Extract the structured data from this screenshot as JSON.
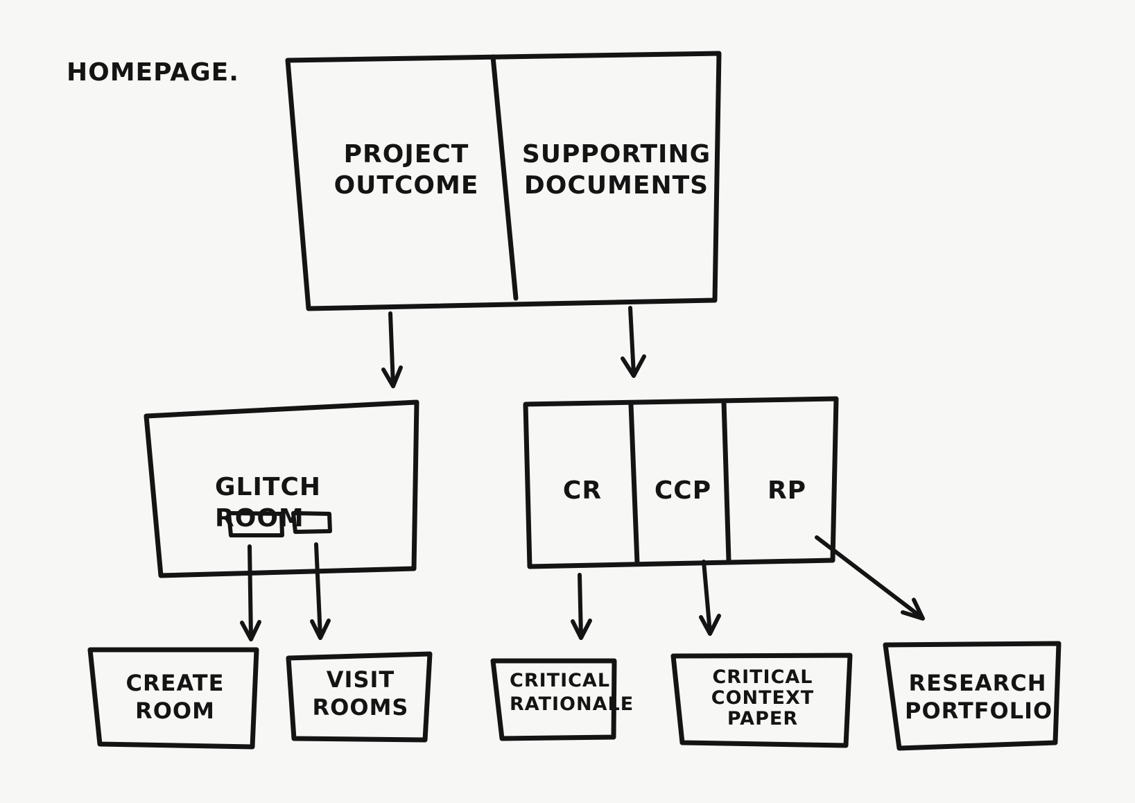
{
  "heading": "HOMEPAGE.",
  "homepage": {
    "left_panel": "PROJECT\nOUTCOME",
    "right_panel": "SUPPORTING\nDOCUMENTS"
  },
  "glitch_room": {
    "title": "GLITCH ROOM"
  },
  "documents": {
    "cr": "CR",
    "ccp": "CCP",
    "rp": "RP"
  },
  "leaves": {
    "create_room": "CREATE\nROOM",
    "visit_rooms": "VISIT\nROOMS",
    "critical_rationale": "CRITICAL\nRATIONALE",
    "critical_context_paper": "CRITICAL\nCONTEXT\nPAPER",
    "research_portfolio": "RESEARCH\nPORTFOLIO"
  },
  "colors": {
    "ink": "#141414",
    "paper": "#f7f7f5"
  }
}
